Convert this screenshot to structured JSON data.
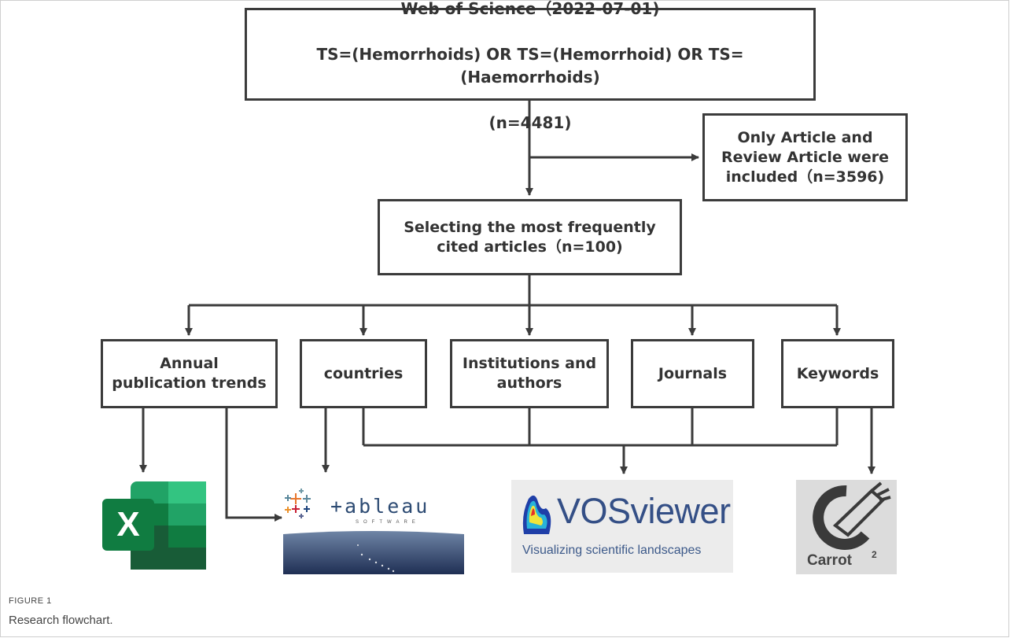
{
  "flowchart": {
    "source_box": {
      "line1": "Web of Science（2022-07-01)",
      "line2": "TS=(Hemorrhoids) OR TS=(Hemorrhoid) OR TS=(Haemorrhoids)",
      "line3": "(n=4481)"
    },
    "filter_box": {
      "text": "Only Article and\nReview Article were\nincluded（n=3596)"
    },
    "selection_box": {
      "text": "Selecting the most frequently\ncited articles（n=100)"
    },
    "analysis_boxes": [
      {
        "label": "Annual\npublication trends"
      },
      {
        "label": "countries"
      },
      {
        "label": "Institutions and\nauthors"
      },
      {
        "label": "Journals"
      },
      {
        "label": "Keywords"
      }
    ]
  },
  "tools": {
    "excel": {
      "name": "Microsoft Excel",
      "glyph": "X",
      "color": "#1d6f42"
    },
    "tableau": {
      "word": "+ableau",
      "sub": "SOFTWARE",
      "color": "#2d4b73"
    },
    "vosviewer": {
      "word": "VOSviewer",
      "tagline": "Visualizing scientific landscapes",
      "color": "#344f86"
    },
    "carrot2": {
      "word": "Carrot",
      "sup": "2",
      "color": "#444444"
    }
  },
  "caption": {
    "label": "FIGURE 1",
    "text": "Research flowchart."
  }
}
